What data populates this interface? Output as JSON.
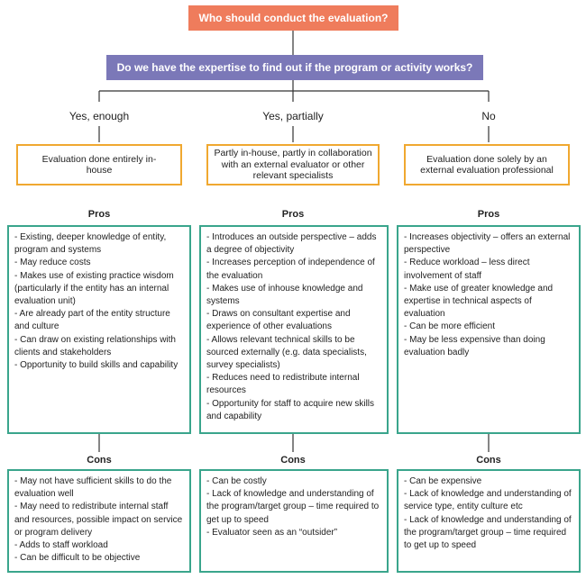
{
  "title": "Who should conduct the evaluation?",
  "question": "Do we have the expertise to find out if the program or activity works?",
  "pros_label": "Pros",
  "cons_label": "Cons",
  "columns": [
    {
      "answer": "Yes, enough",
      "option": "Evaluation done entirely in-house",
      "pros": [
        "- Existing, deeper knowledge of entity, program and systems",
        "- May reduce costs",
        "- Makes use of existing practice wisdom (particularly if the entity has an internal evaluation unit)",
        "- Are already part of the entity structure and culture",
        "- Can draw on existing relationships with clients and stakeholders",
        "- Opportunity to build skills and capability"
      ],
      "cons": [
        "- May not have sufficient skills to do the evaluation well",
        "- May need to redistribute internal staff and resources, possible impact on service or program delivery",
        "- Adds to staff workload",
        "- Can be difficult to be objective"
      ]
    },
    {
      "answer": "Yes, partially",
      "option": "Partly in-house, partly in collaboration with an external evaluator or other relevant specialists",
      "pros": [
        "- Introduces an outside perspective – adds a degree of objectivity",
        "- Increases perception of independence of the evaluation",
        "- Makes use of inhouse knowledge and systems",
        "- Draws on consultant expertise and experience of other evaluations",
        "- Allows relevant technical skills to be sourced externally (e.g. data specialists, survey specialists)",
        "- Reduces need to redistribute internal resources",
        "- Opportunity for staff to acquire new skills and capability"
      ],
      "cons": [
        "- Can be costly",
        "- Lack of knowledge and understanding of the program/target group – time required to get up to speed",
        "- Evaluator seen as an “outsider”"
      ]
    },
    {
      "answer": "No",
      "option": "Evaluation done solely by an external evaluation professional",
      "pros": [
        "- Increases objectivity – offers an external perspective",
        "- Reduce workload – less direct involvement of staff",
        "- Make use of greater knowledge and expertise in technical aspects of evaluation",
        "- Can be more efficient",
        "- May be less expensive than doing evaluation badly"
      ],
      "cons": [
        "- Can be expensive",
        "- Lack of knowledge and understanding of service type, entity culture etc",
        "- Lack of knowledge and understanding of the program/target group – time required to get up to speed"
      ]
    }
  ],
  "colors": {
    "title_bg": "#ef7c5c",
    "question_bg": "#7b78b8",
    "option_border": "#f0a830",
    "list_border": "#3aa58c",
    "connector": "#333333"
  }
}
